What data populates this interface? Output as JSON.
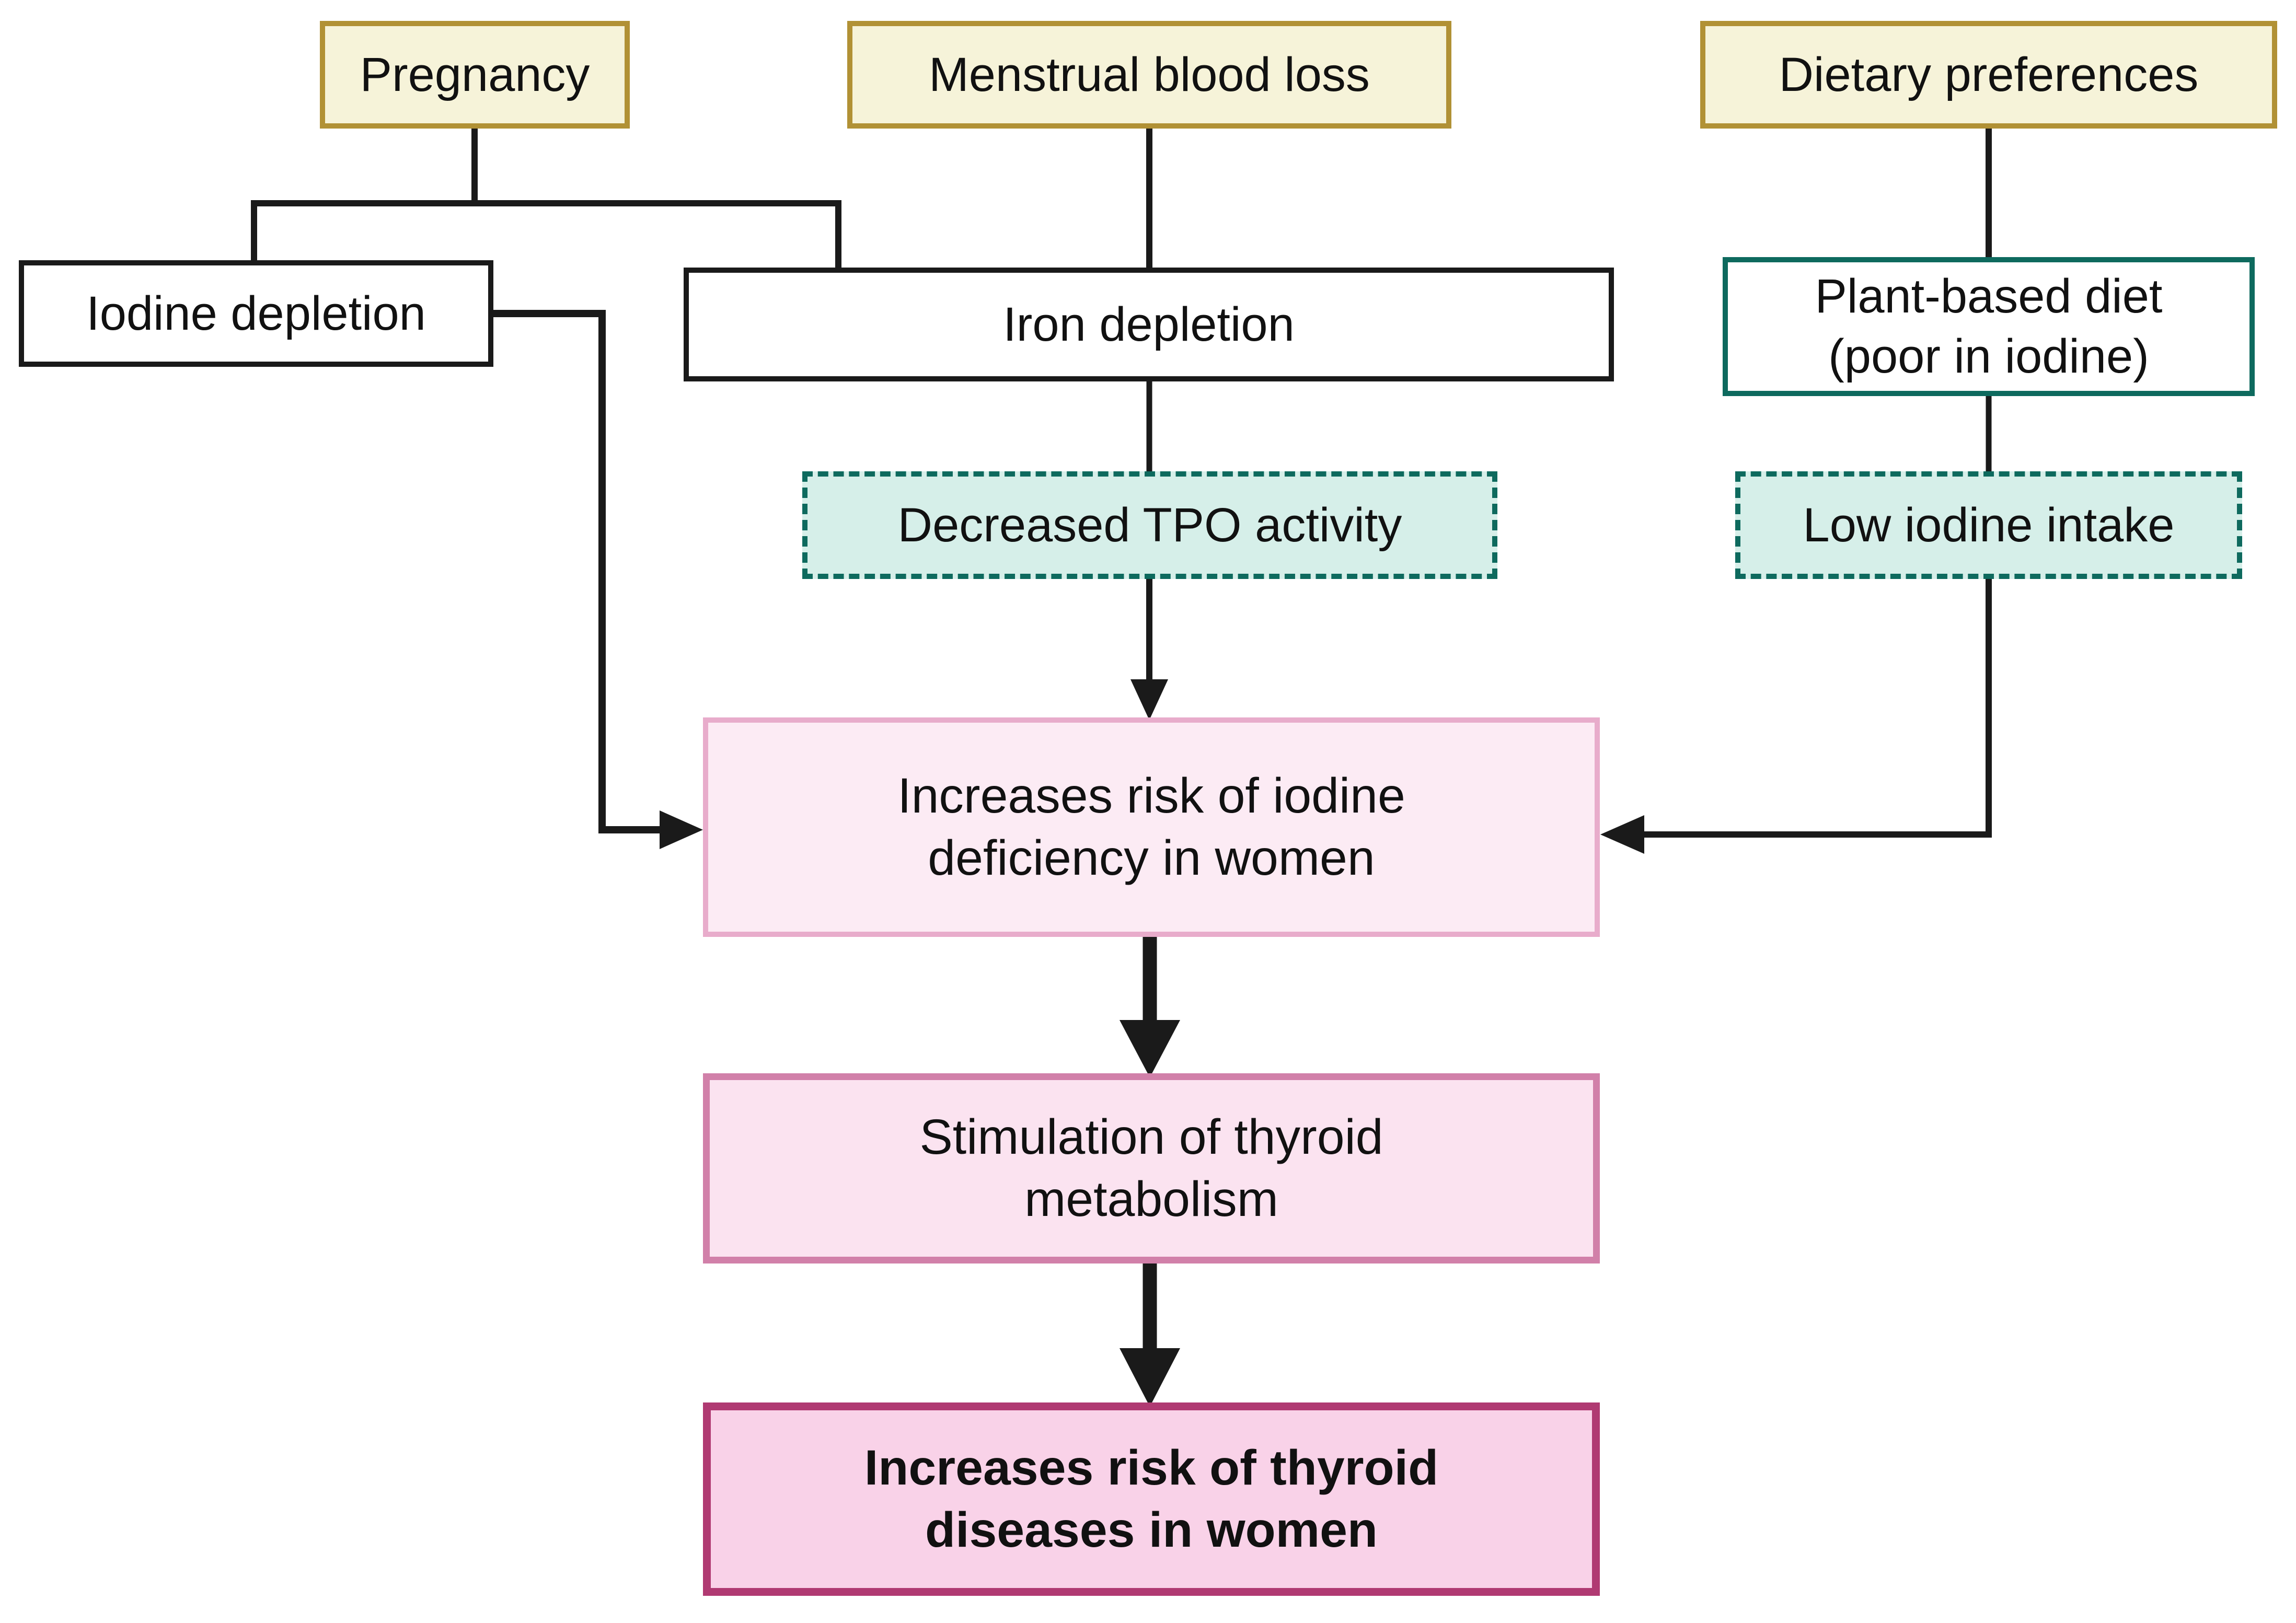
{
  "diagram": {
    "type": "flowchart",
    "topic": "Risk factors for iodine deficiency and thyroid disease in women",
    "nodes": {
      "pregnancy": {
        "label": "Pregnancy",
        "style": "tan-cause"
      },
      "menstrual": {
        "label": "Menstrual blood loss",
        "style": "tan-cause"
      },
      "dietary": {
        "label": "Dietary preferences",
        "style": "tan-cause"
      },
      "iodine_depletion": {
        "label": "Iodine depletion",
        "style": "white-black"
      },
      "iron_depletion": {
        "label": "Iron depletion",
        "style": "white-black"
      },
      "plant_diet": {
        "label": "Plant-based diet (poor in iodine)",
        "style": "white-teal"
      },
      "tpo": {
        "label": "Decreased TPO activity",
        "style": "mint-dashed"
      },
      "low_iodine": {
        "label": "Low iodine intake",
        "style": "mint-dashed"
      },
      "iodine_deficiency": {
        "label": "Increases risk of iodine deficiency in women",
        "style": "pink-light"
      },
      "thyroid_metabolism": {
        "label": "Stimulation of thyroid metabolism",
        "style": "pink-medium"
      },
      "thyroid_diseases": {
        "label": "Increases risk of thyroid diseases in women",
        "style": "pink-strong-bold"
      }
    },
    "edges": [
      {
        "from": "pregnancy",
        "to": "iodine_depletion",
        "arrowhead": false
      },
      {
        "from": "pregnancy",
        "to": "iron_depletion",
        "arrowhead": false
      },
      {
        "from": "menstrual",
        "to": "iron_depletion",
        "arrowhead": false
      },
      {
        "from": "dietary",
        "to": "plant_diet",
        "arrowhead": false
      },
      {
        "from": "iron_depletion",
        "to": "tpo",
        "arrowhead": false
      },
      {
        "from": "plant_diet",
        "to": "low_iodine",
        "arrowhead": false
      },
      {
        "from": "tpo",
        "to": "iodine_deficiency",
        "arrowhead": true
      },
      {
        "from": "iodine_depletion",
        "to": "iodine_deficiency",
        "arrowhead": true
      },
      {
        "from": "low_iodine",
        "to": "iodine_deficiency",
        "arrowhead": true
      },
      {
        "from": "iodine_deficiency",
        "to": "thyroid_metabolism",
        "arrowhead": true,
        "weight": "thick"
      },
      {
        "from": "thyroid_metabolism",
        "to": "thyroid_diseases",
        "arrowhead": true,
        "weight": "thick"
      }
    ],
    "colors": {
      "cause_fill": "#f6f3d9",
      "cause_border": "#b19135",
      "plain_border": "#1a1a1a",
      "teal_border": "#0e6a5e",
      "mint_fill": "#d6efe9",
      "pink_light_fill": "#fcebf4",
      "pink_light_border": "#e8accb",
      "pink_medium_fill": "#fbe3f0",
      "pink_medium_border": "#d180a9",
      "pink_strong_fill": "#f9d2e8",
      "pink_strong_border": "#b03a72",
      "line": "#1a1a1a",
      "text": "#111111"
    }
  }
}
